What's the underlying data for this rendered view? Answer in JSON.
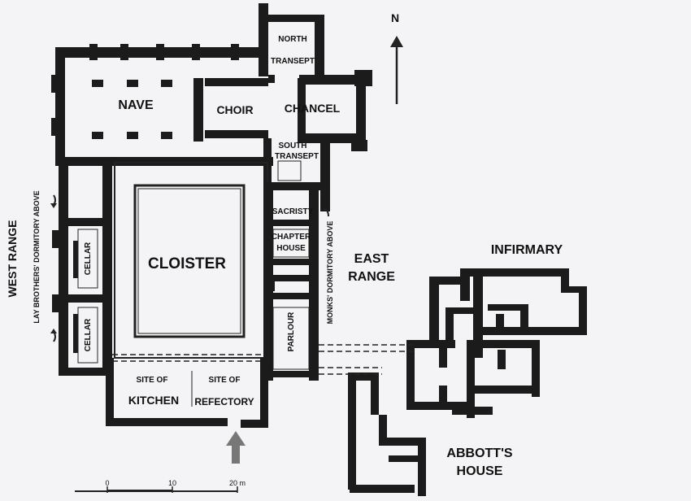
{
  "labels": {
    "north_transept": [
      "NORTH",
      "TRANSEPT"
    ],
    "nave": "NAVE",
    "choir": "CHOIR",
    "chancel": "CHANCEL",
    "south_transept": [
      "SOUTH",
      "TRANSEPT"
    ],
    "sacristy": "SACRISTY",
    "chapter_house": [
      "CHAPTER",
      "HOUSE"
    ],
    "cloister": "CLOISTER",
    "cellar_upper": "CELLAR",
    "cellar_lower": "CELLAR",
    "parlour": "PARLOUR",
    "site_of_kitchen": [
      "SITE OF",
      "KITCHEN"
    ],
    "site_of_refectory": [
      "SITE OF",
      "REFECTORY"
    ],
    "east_range": [
      "EAST",
      "RANGE"
    ],
    "west_range": "WEST RANGE",
    "lay_brothers_dormitory": "LAY BROTHERS' DORMITORY ABOVE",
    "monks_dormitory": "MONKS' DORMITORY ABOVE",
    "infirmary": "INFIRMARY",
    "abbotts_house": [
      "ABBOTT'S",
      "HOUSE"
    ]
  },
  "north_arrow": {
    "label": "N"
  },
  "scale_bar": {
    "ticks": [
      "0",
      "10",
      "20 m"
    ],
    "values_m": [
      0,
      10,
      20
    ]
  },
  "colors": {
    "ink": "#1b1b1b",
    "paper": "#f4f4f6"
  },
  "icons": [
    "north-arrow-icon",
    "entrance-arrow-icon",
    "stair-arrow-icon"
  ]
}
